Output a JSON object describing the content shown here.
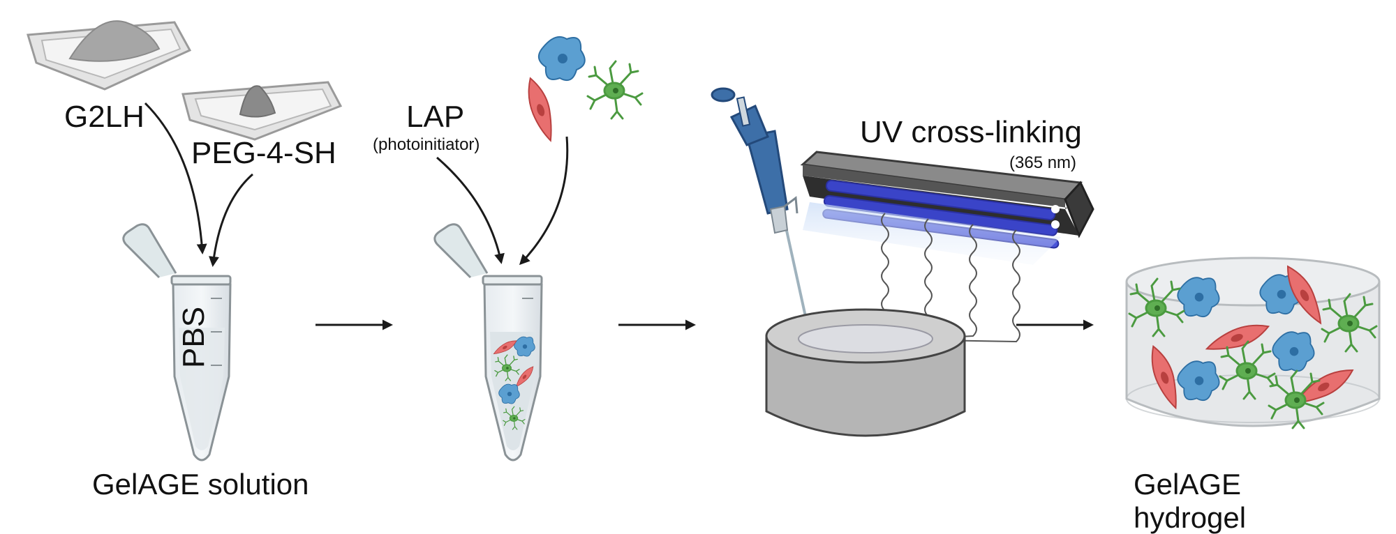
{
  "step1": {
    "powder_a": "G2LH",
    "powder_b": "PEG-4-SH",
    "tube_label": "PBS",
    "caption": "GelAGE solution"
  },
  "step2": {
    "reagent": "LAP",
    "reagent_note": "(photoinitiator)"
  },
  "step3": {
    "uv_label": "UV cross-linking",
    "uv_wavelength": "(365 nm)"
  },
  "step4": {
    "caption_line1": "GelAGE",
    "caption_line2": "hydrogel"
  },
  "colors": {
    "blue_cell": "#5b9fd1",
    "red_cell": "#e86f6f",
    "green_cell": "#5fae52",
    "uv_lamp": "#3a44c8",
    "arrow": "#1a1a1a"
  }
}
